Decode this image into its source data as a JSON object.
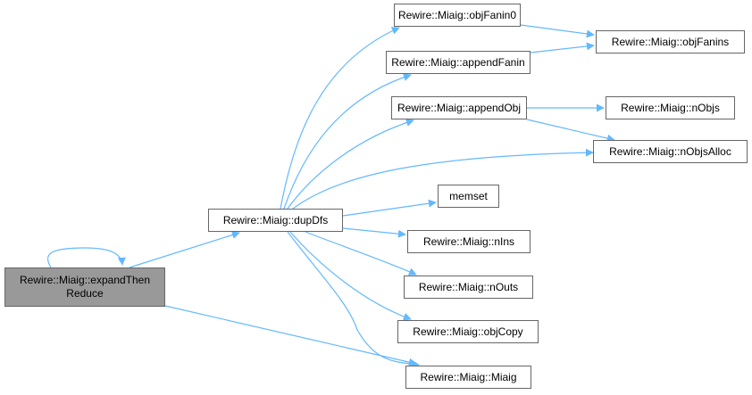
{
  "graph": {
    "edge_color": "#63b8ff",
    "root_fill": "#999999",
    "node_border": "#666666",
    "nodes": {
      "expandThenReduce": {
        "label": "Rewire::Miaig::expandThen\nReduce",
        "root": true
      },
      "dupDfs": {
        "label": "Rewire::Miaig::dupDfs"
      },
      "objFanin0": {
        "label": "Rewire::Miaig::objFanin0"
      },
      "appendFanin": {
        "label": "Rewire::Miaig::appendFanin"
      },
      "appendObj": {
        "label": "Rewire::Miaig::appendObj"
      },
      "objFanins": {
        "label": "Rewire::Miaig::objFanins"
      },
      "nObjs": {
        "label": "Rewire::Miaig::nObjs"
      },
      "nObjsAlloc": {
        "label": "Rewire::Miaig::nObjsAlloc"
      },
      "memset": {
        "label": "memset"
      },
      "nIns": {
        "label": "Rewire::Miaig::nIns"
      },
      "nOuts": {
        "label": "Rewire::Miaig::nOuts"
      },
      "objCopy": {
        "label": "Rewire::Miaig::objCopy"
      },
      "Miaig": {
        "label": "Rewire::Miaig::Miaig"
      }
    },
    "edges": [
      [
        "expandThenReduce",
        "expandThenReduce"
      ],
      [
        "expandThenReduce",
        "dupDfs"
      ],
      [
        "expandThenReduce",
        "Miaig"
      ],
      [
        "dupDfs",
        "objFanin0"
      ],
      [
        "dupDfs",
        "appendFanin"
      ],
      [
        "dupDfs",
        "appendObj"
      ],
      [
        "dupDfs",
        "nObjsAlloc"
      ],
      [
        "dupDfs",
        "memset"
      ],
      [
        "dupDfs",
        "nIns"
      ],
      [
        "dupDfs",
        "nOuts"
      ],
      [
        "dupDfs",
        "objCopy"
      ],
      [
        "dupDfs",
        "Miaig"
      ],
      [
        "objFanin0",
        "objFanins"
      ],
      [
        "appendFanin",
        "objFanins"
      ],
      [
        "appendObj",
        "nObjs"
      ],
      [
        "appendObj",
        "nObjsAlloc"
      ]
    ]
  }
}
